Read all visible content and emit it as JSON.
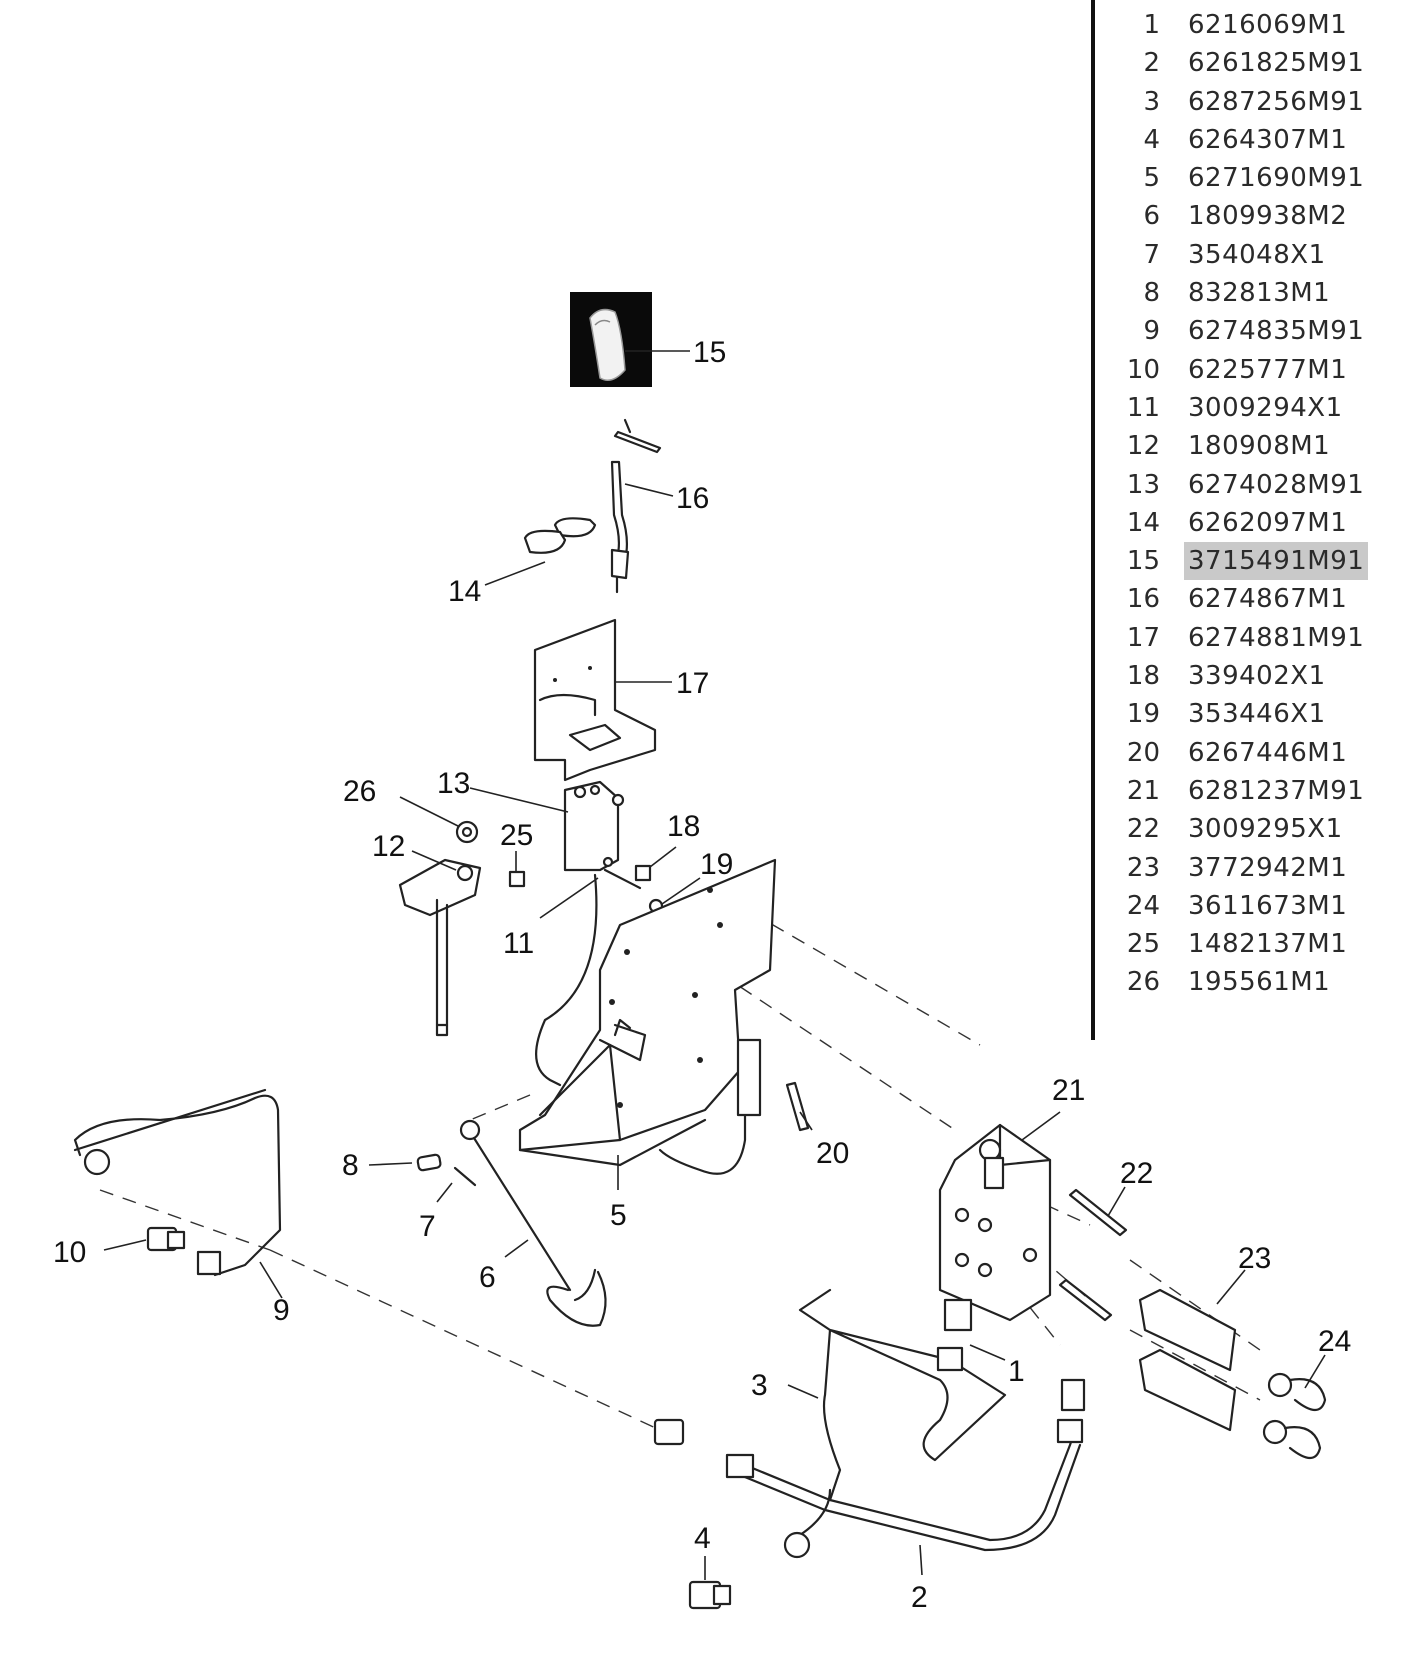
{
  "diagram": {
    "callouts": [
      "1",
      "2",
      "3",
      "4",
      "5",
      "6",
      "7",
      "8",
      "9",
      "10",
      "11",
      "12",
      "13",
      "14",
      "15",
      "16",
      "17",
      "18",
      "19",
      "20",
      "21",
      "22",
      "23",
      "24",
      "25",
      "26"
    ]
  },
  "parts_list": {
    "highlighted_item": "15",
    "items": [
      {
        "num": "1",
        "part": "6216069M1"
      },
      {
        "num": "2",
        "part": "6261825M91"
      },
      {
        "num": "3",
        "part": "6287256M91"
      },
      {
        "num": "4",
        "part": "6264307M1"
      },
      {
        "num": "5",
        "part": "6271690M91"
      },
      {
        "num": "6",
        "part": "1809938M2"
      },
      {
        "num": "7",
        "part": "354048X1"
      },
      {
        "num": "8",
        "part": "832813M1"
      },
      {
        "num": "9",
        "part": "6274835M91"
      },
      {
        "num": "10",
        "part": "6225777M1"
      },
      {
        "num": "11",
        "part": "3009294X1"
      },
      {
        "num": "12",
        "part": "180908M1"
      },
      {
        "num": "13",
        "part": "6274028M91"
      },
      {
        "num": "14",
        "part": "6262097M1"
      },
      {
        "num": "15",
        "part": "3715491M91"
      },
      {
        "num": "16",
        "part": "6274867M1"
      },
      {
        "num": "17",
        "part": "6274881M91"
      },
      {
        "num": "18",
        "part": "339402X1"
      },
      {
        "num": "19",
        "part": "353446X1"
      },
      {
        "num": "20",
        "part": "6267446M1"
      },
      {
        "num": "21",
        "part": "6281237M91"
      },
      {
        "num": "22",
        "part": "3009295X1"
      },
      {
        "num": "23",
        "part": "3772942M1"
      },
      {
        "num": "24",
        "part": "3611673M1"
      },
      {
        "num": "25",
        "part": "1482137M1"
      },
      {
        "num": "26",
        "part": "195561M1"
      }
    ]
  }
}
